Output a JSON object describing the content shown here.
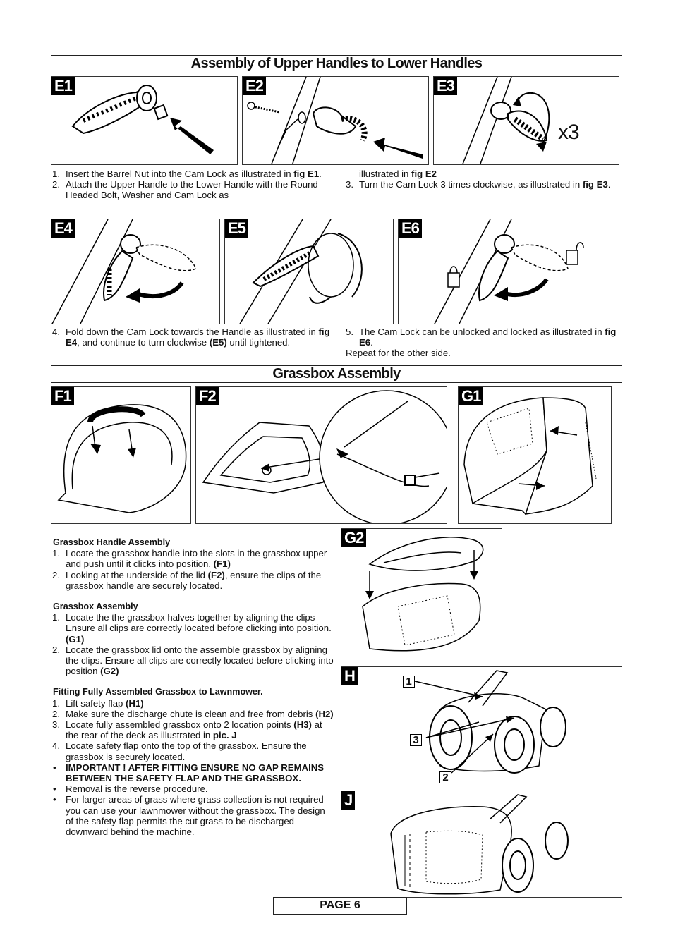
{
  "sections": {
    "assembly_title": "Assembly of Upper Handles to Lower Handles",
    "grassbox_title": "Grassbox Assembly"
  },
  "figures": {
    "e1": "E1",
    "e2": "E2",
    "e3": "E3",
    "e3_count": "x3",
    "e4": "E4",
    "e5": "E5",
    "e6": "E6",
    "f1": "F1",
    "f2": "F2",
    "g1": "G1",
    "g2": "G2",
    "h": "H",
    "j": "J",
    "h_callouts": [
      "1",
      "3",
      "2"
    ]
  },
  "steps_e": {
    "s1_num": "1.",
    "s1_text": "Insert the Barrel Nut into the Cam Lock as illustrated in ",
    "s1_ref": "fig E1",
    "s1_end": ".",
    "s2_num": "2.",
    "s2_text": "Attach the Upper Handle to the Lower Handle with the Round Headed Bolt, Washer and Cam Lock as",
    "s2_cont": "illustrated in ",
    "s2_ref": "fig E2",
    "s3_num": "3.",
    "s3_text": "Turn the Cam Lock 3 times clockwise, as illustrated in ",
    "s3_ref": "fig E3",
    "s3_end": "."
  },
  "steps_e2": {
    "s4_num": "4.",
    "s4_text": "Fold down the Cam Lock towards the Handle as illustrated in ",
    "s4_ref": "fig E4",
    "s4_mid": ", and continue to turn clockwise ",
    "s4_ref2": "(E5)",
    "s4_end": " until tightened.",
    "s5_num": "5.",
    "s5_text": "The Cam Lock can be unlocked and locked as illustrated in ",
    "s5_ref": "fig E6",
    "s5_end": ".",
    "repeat": "Repeat for the other side."
  },
  "grassbox_text": {
    "h_handle": "Grassbox Handle Assembly",
    "ha1_num": "1.",
    "ha1": "Locate the grassbox handle into the slots in the grassbox upper and push until it clicks into position. ",
    "ha1_ref": "(F1)",
    "ha2_num": "2.",
    "ha2": "Looking at the underside of the lid ",
    "ha2_ref": "(F2)",
    "ha2_end": ", ensure the clips of the grassbox handle are securely located.",
    "h_assembly": "Grassbox Assembly",
    "ga1_num": "1.",
    "ga1": "Locate the the grassbox halves together by aligning the clips   Ensure all clips are correctly located before clicking into position. ",
    "ga1_ref": "(G1)",
    "ga2_num": "2.",
    "ga2": "Locate the grassbox lid onto the assemble grassbox by aligning the clips.  Ensure all clips are correctly located before clicking into position ",
    "ga2_ref": "(G2)",
    "h_fitting": "Fitting Fully Assembled Grassbox to Lawnmower.",
    "f1_num": "1.",
    "f1": "Lift safety flap ",
    "f1_ref": "(H1)",
    "f2_num": "2.",
    "f2": "Make sure the discharge chute is clean and free from debris ",
    "f2_ref": "(H2)",
    "f3_num": "3.",
    "f3": "Locate fully assembled grassbox onto 2 location points ",
    "f3_ref": "(H3)",
    "f3_mid": " at the rear of the deck as illustrated in ",
    "f3_ref2": "pic. J",
    "f4_num": "4.",
    "f4": "Locate safety flap onto the top of the grassbox.  Ensure the grassbox is securely located.",
    "bullet": "•",
    "b1": "IMPORTANT !  AFTER FITTING ENSURE NO GAP REMAINS BETWEEN THE SAFETY FLAP AND THE GRASSBOX.",
    "b2": "Removal is the reverse procedure.",
    "b3": "For larger areas of grass where grass collection is not required you can use your lawnmower without the grassbox.  The design of the safety flap permits the cut grass to be discharged downward behind the machine."
  },
  "footer": {
    "page": "PAGE 6"
  }
}
